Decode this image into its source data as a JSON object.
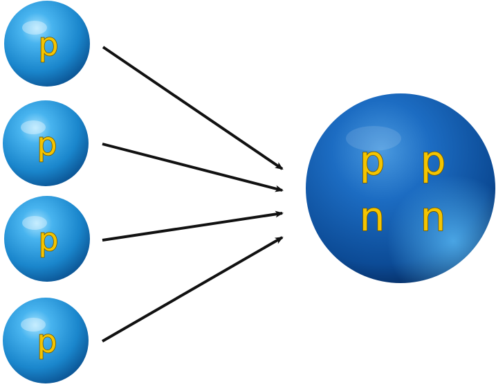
{
  "diagram": {
    "protons": [
      {
        "label": "p"
      },
      {
        "label": "p"
      },
      {
        "label": "p"
      },
      {
        "label": "p"
      }
    ],
    "nucleus": {
      "labels": [
        "p",
        "p",
        "n",
        "n"
      ]
    }
  },
  "colors": {
    "sphere_light": "#7fd0ff",
    "sphere_mid": "#1e8fd6",
    "sphere_dark": "#0a4c8f",
    "nucleus_light": "#3d8fd8",
    "nucleus_mid": "#1563b8",
    "nucleus_dark": "#062f6b",
    "label_fill": "#f4c400",
    "arrow": "#111111"
  }
}
